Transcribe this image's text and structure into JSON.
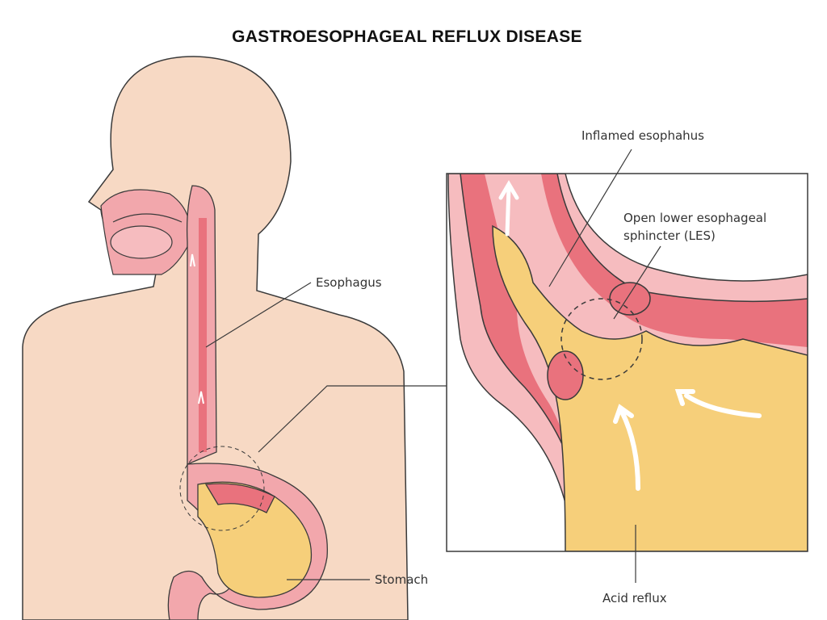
{
  "title": "GASTROESOPHAGEAL REFLUX DISEASE",
  "labels": {
    "esophagus": "Esophagus",
    "stomach": "Stomach",
    "inflamed": "Inflamed esophahus",
    "les_line1": "Open lower esophageal",
    "les_line2": "sphincter (LES)",
    "acid": "Acid reflux"
  },
  "colors": {
    "skin": "#f7d9c4",
    "tissue": "#f2a7ac",
    "inflamed": "#e9727d",
    "acid": "#f6cf7a",
    "outline": "#3a3a3a"
  }
}
